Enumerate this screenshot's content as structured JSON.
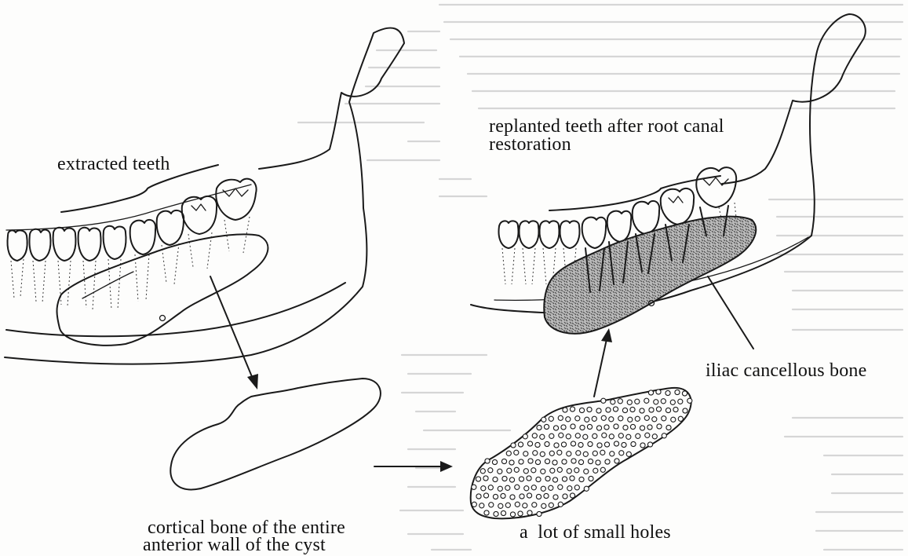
{
  "labels": {
    "extracted": "extracted teeth",
    "replanted_line1": "replanted teeth after root canal",
    "replanted_line2": "restoration",
    "iliac": "iliac cancellous bone",
    "cortical_line1": "cortical bone of the entire",
    "cortical_line2": "anterior wall of the cyst",
    "holes": "a  lot of small holes"
  },
  "colors": {
    "ink": "#1a1a1a",
    "bleed_text": "#d6d6d6",
    "cancellous_fill": "#9a9a9a"
  }
}
